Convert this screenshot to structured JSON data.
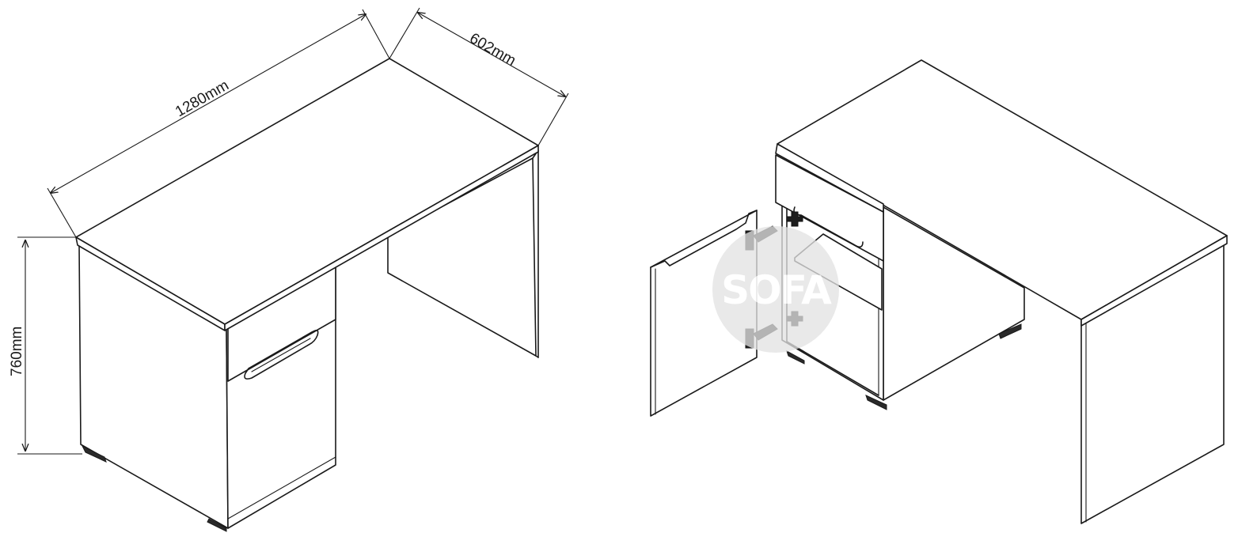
{
  "dimensions": {
    "width_label": "1280mm",
    "depth_label": "602mm",
    "height_label": "760mm"
  },
  "watermark": {
    "text": "SOFA",
    "circle_color": "#e2e2e2"
  },
  "colors": {
    "line": "#1a1a1a",
    "background": "#ffffff"
  }
}
